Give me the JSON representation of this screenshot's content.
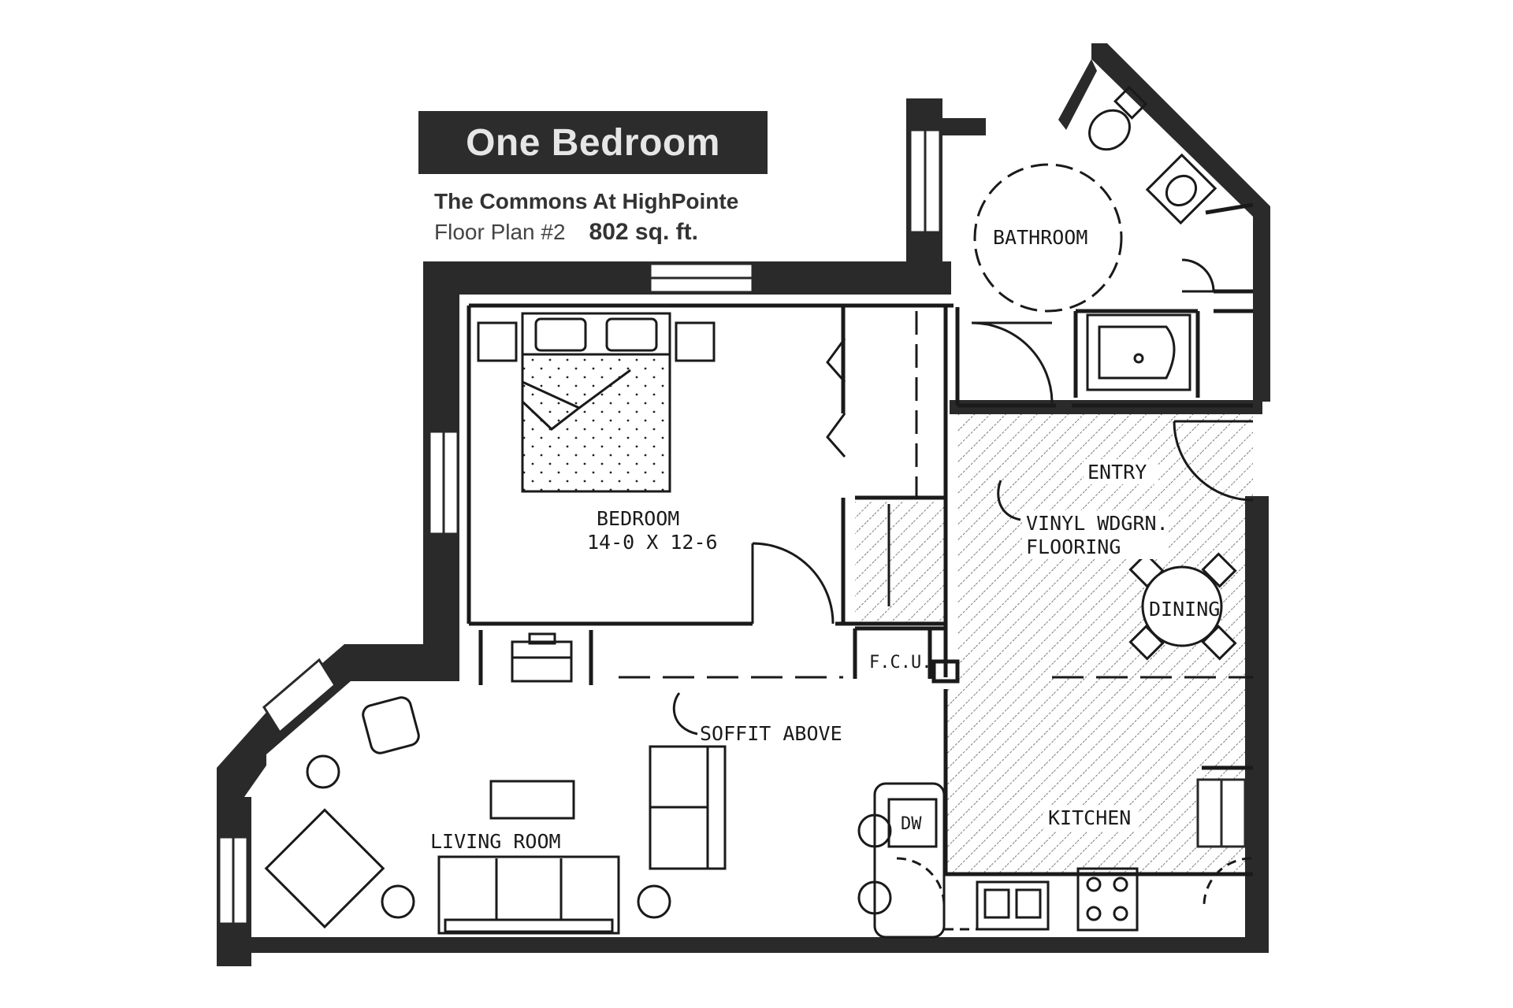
{
  "header": {
    "title": "One Bedroom",
    "community": "The Commons At HighPointe",
    "plan_number": "Floor Plan #2",
    "area": "802 sq. ft."
  },
  "rooms": {
    "bathroom": "BATHROOM",
    "bedroom": "BEDROOM",
    "bedroom_size": "14-0 X 12-6",
    "entry": "ENTRY",
    "flooring_line1": "VINYL WDGRN.",
    "flooring_line2": "FLOORING",
    "dining": "DINING",
    "fcu": "F.C.U.",
    "soffit": "SOFFIT ABOVE",
    "living_room": "LIVING ROOM",
    "kitchen": "KITCHEN",
    "dishwasher": "DW"
  },
  "colors": {
    "wall": "#2a2a2a",
    "ink": "#1a1a1a",
    "banner": "#2c2c2c",
    "paper": "#ffffff"
  }
}
